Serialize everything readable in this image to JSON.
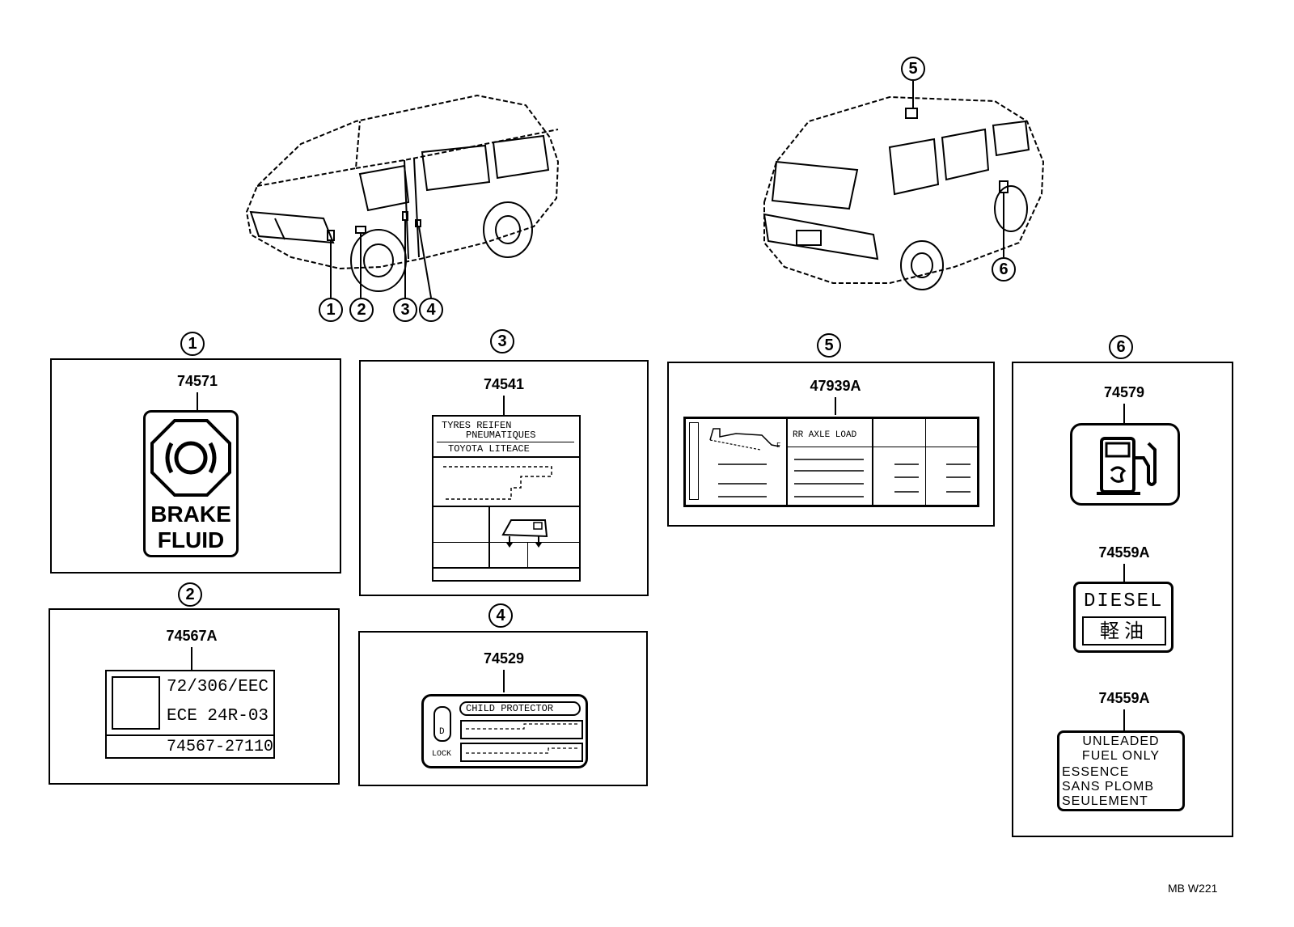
{
  "callouts": [
    "1",
    "2",
    "3",
    "4",
    "5",
    "6"
  ],
  "panels": {
    "p1": {
      "callout": "1",
      "part_number": "74571",
      "text_line1": "BRAKE",
      "text_line2": "FLUID"
    },
    "p2": {
      "callout": "2",
      "part_number": "74567A",
      "line1": "72/306/EEC",
      "line2": "ECE 24R-03",
      "line3": "74567-27110"
    },
    "p3": {
      "callout": "3",
      "part_number": "74541",
      "line1": "TYRES  REIFEN",
      "line2": "PNEUMATIQUES",
      "line3": "TOYOTA  LITEACE"
    },
    "p4": {
      "callout": "4",
      "part_number": "74529",
      "header": "CHILD PROTECTOR",
      "small": "LOCK"
    },
    "p5": {
      "callout": "5",
      "part_number": "47939A",
      "header": "RR AXLE LOAD",
      "tag": "F"
    },
    "p6": {
      "callout": "6",
      "part_number_a": "74579",
      "part_number_b": "74559A",
      "part_number_c": "74559A",
      "diesel_line1": "DIESEL",
      "diesel_line2": "軽油",
      "unleaded": [
        "UNLEADED",
        "FUEL ONLY",
        "ESSENCE",
        "SANS PLOMB",
        "SEULEMENT"
      ]
    }
  },
  "footer": {
    "code": "MB  W221"
  }
}
